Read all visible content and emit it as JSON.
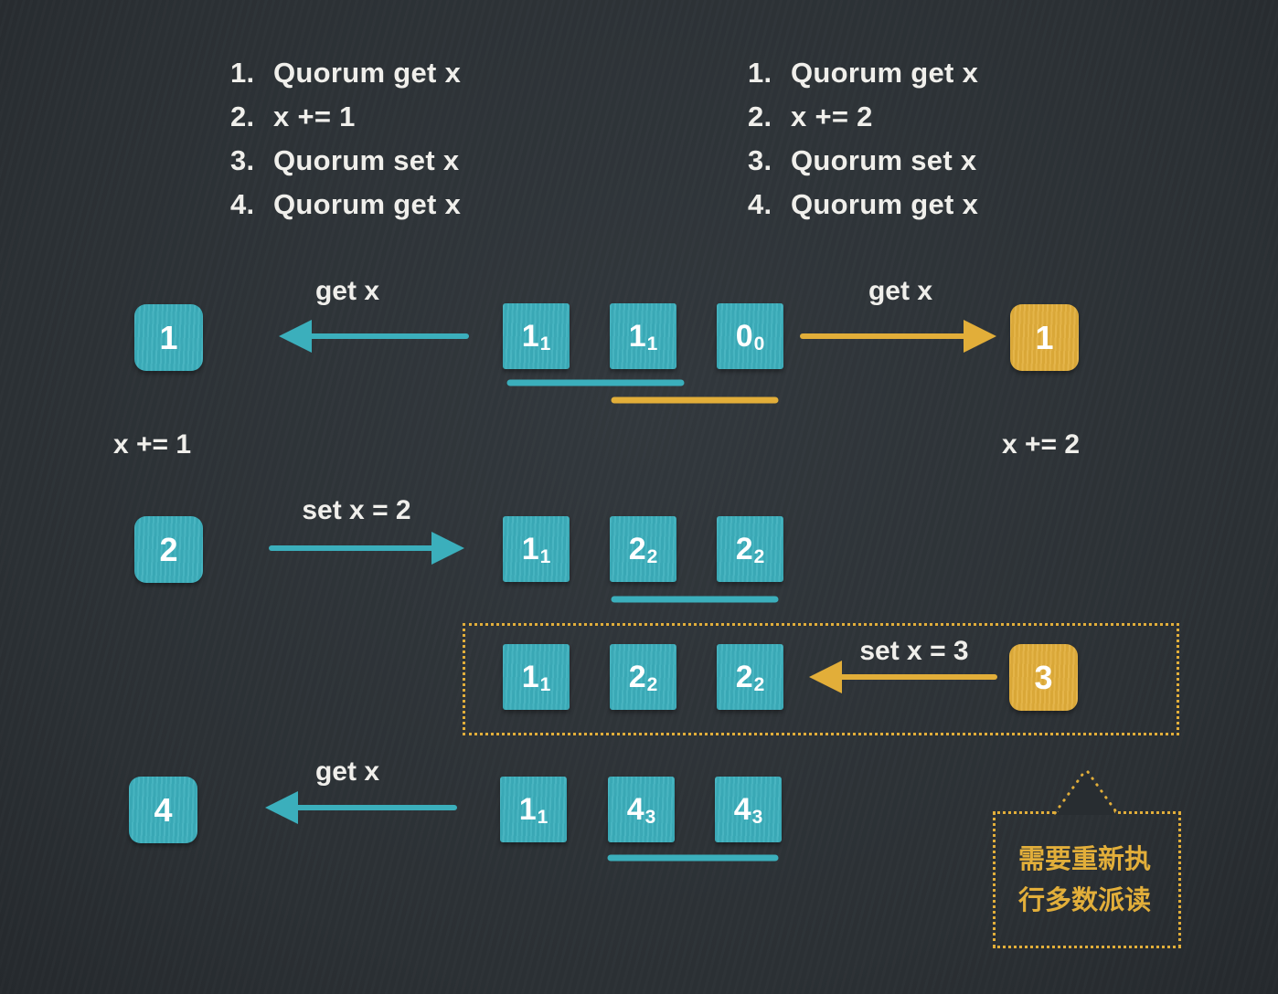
{
  "colors": {
    "background": "#2c3136",
    "teal": "#3bafbc",
    "yellow": "#e2ae39",
    "text": "#f0efeb"
  },
  "left_procedure": {
    "items": [
      {
        "num": "1.",
        "label": "Quorum get x"
      },
      {
        "num": "2.",
        "label": "x += 1"
      },
      {
        "num": "3.",
        "label": "Quorum set x"
      },
      {
        "num": "4.",
        "label": "Quorum get x"
      }
    ]
  },
  "right_procedure": {
    "items": [
      {
        "num": "1.",
        "label": "Quorum get x"
      },
      {
        "num": "2.",
        "label": "x += 2"
      },
      {
        "num": "3.",
        "label": "Quorum set x"
      },
      {
        "num": "4.",
        "label": "Quorum get x"
      }
    ]
  },
  "row1": {
    "left_client": "1",
    "left_arrow_label": "get x",
    "replicas": [
      {
        "v": "1",
        "s": "1"
      },
      {
        "v": "1",
        "s": "1"
      },
      {
        "v": "0",
        "s": "0"
      }
    ],
    "right_arrow_label": "get x",
    "right_client": "1"
  },
  "mid_labels": {
    "left": "x += 1",
    "right": "x += 2"
  },
  "row2": {
    "client": "2",
    "arrow_label": "set x = 2",
    "replicas": [
      {
        "v": "1",
        "s": "1"
      },
      {
        "v": "2",
        "s": "2"
      },
      {
        "v": "2",
        "s": "2"
      }
    ]
  },
  "row3": {
    "replicas": [
      {
        "v": "1",
        "s": "1"
      },
      {
        "v": "2",
        "s": "2"
      },
      {
        "v": "2",
        "s": "2"
      }
    ],
    "arrow_label": "set x = 3",
    "client": "3"
  },
  "row4": {
    "client": "4",
    "arrow_label": "get x",
    "replicas": [
      {
        "v": "1",
        "s": "1"
      },
      {
        "v": "4",
        "s": "3"
      },
      {
        "v": "4",
        "s": "3"
      }
    ]
  },
  "callout": {
    "line1": "需要重新执",
    "line2": "行多数派读"
  }
}
